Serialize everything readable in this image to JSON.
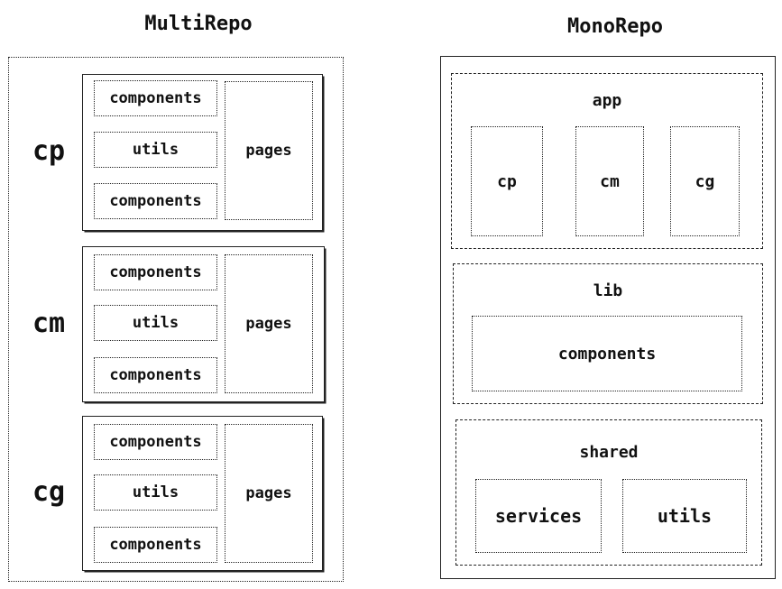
{
  "multirepo": {
    "title": "MultiRepo",
    "repos": [
      {
        "name": "cp",
        "items": [
          "components",
          "utils",
          "components"
        ],
        "pages": "pages"
      },
      {
        "name": "cm",
        "items": [
          "components",
          "utils",
          "components"
        ],
        "pages": "pages"
      },
      {
        "name": "cg",
        "items": [
          "components",
          "utils",
          "components"
        ],
        "pages": "pages"
      }
    ]
  },
  "monorepo": {
    "title": "MonoRepo",
    "app": {
      "label": "app",
      "children": [
        "cp",
        "cm",
        "cg"
      ]
    },
    "lib": {
      "label": "lib",
      "children": [
        "components"
      ]
    },
    "shared": {
      "label": "shared",
      "children": [
        "services",
        "utils"
      ]
    }
  }
}
